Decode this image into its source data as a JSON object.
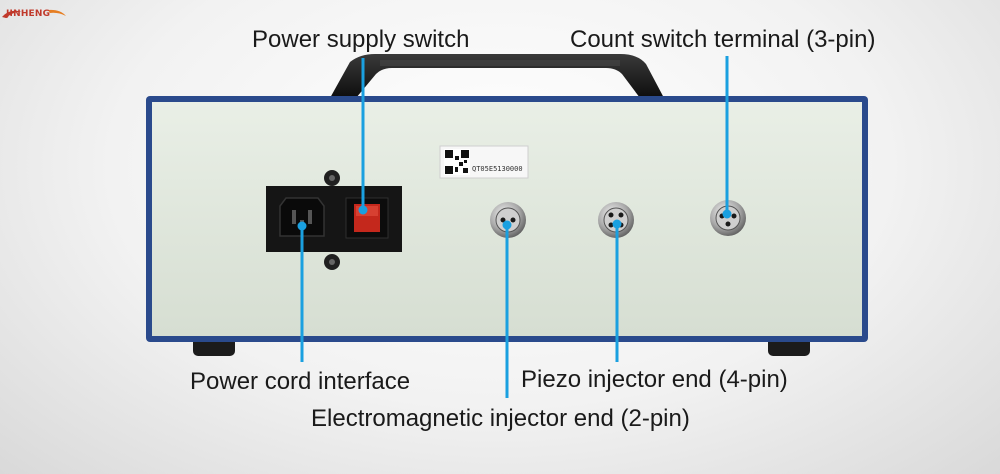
{
  "brand": {
    "logo_text": "JINHENG"
  },
  "labels": {
    "power_supply_switch": "Power supply switch",
    "count_switch_terminal": "Count switch terminal (3-pin)",
    "power_cord_interface": "Power cord interface",
    "piezo_injector_end": "Piezo injector end (4-pin)",
    "electromagnetic_injector_end": "Electromagnetic injector end (2-pin)"
  },
  "device": {
    "serial_sticker_text": "QT05E5130000"
  },
  "colors": {
    "leader_line": "#1aa0e0",
    "panel_face": "#e3eadf",
    "frame_blue": "#2a4a8c",
    "switch_red": "#c4281c"
  }
}
